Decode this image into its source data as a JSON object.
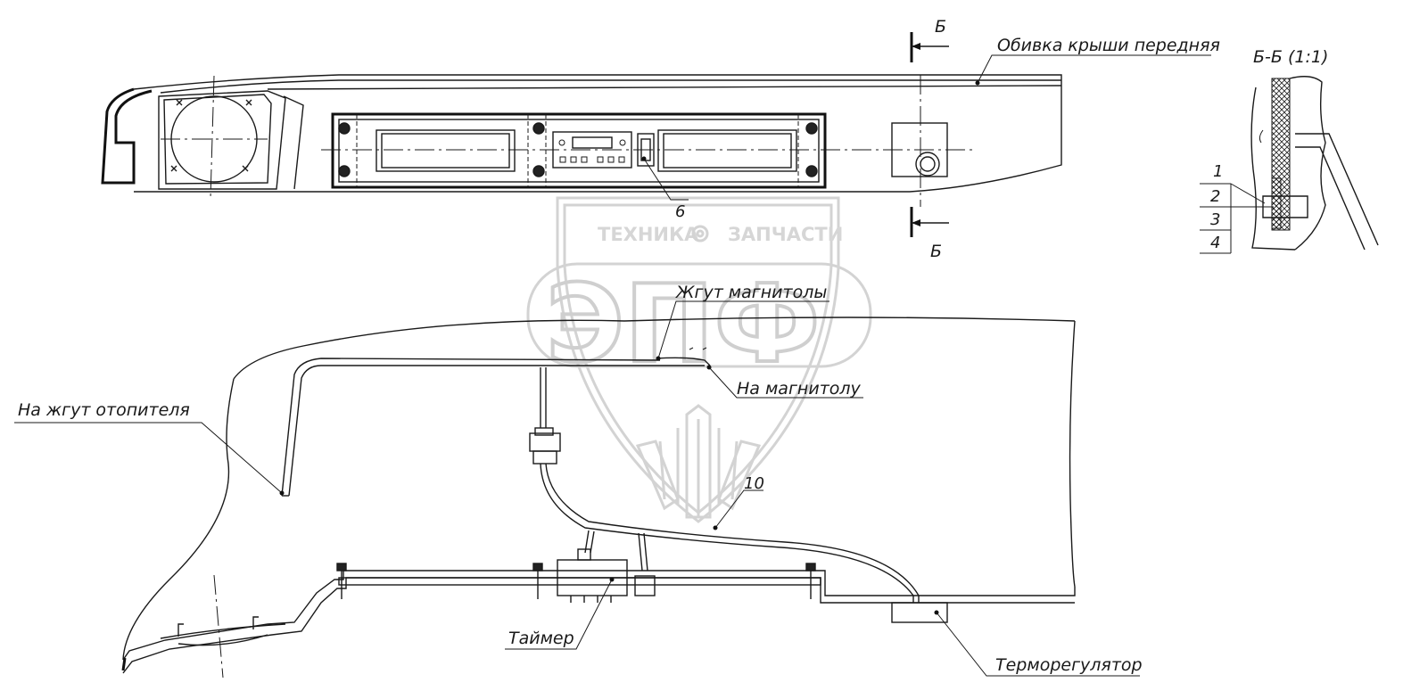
{
  "labels": {
    "roof_trim": "Обивка крыши передняя",
    "section_mark_top": "Б",
    "section_mark_bottom": "Б",
    "section_title": "Б-Б (1:1)",
    "radio_harness": "Жгут магнитолы",
    "to_radio": "На магнитолу",
    "to_heater_harness": "На жгут отопителя",
    "timer": "Таймер",
    "thermostat": "Терморегулятор"
  },
  "positions": {
    "p1": "1",
    "p2": "2",
    "p3": "3",
    "p4": "4",
    "p6": "6",
    "p10": "10"
  },
  "watermark": {
    "left_word": "ТЕХНИКА",
    "right_word": "ЗАПЧАСТИ",
    "monogram": "ЭПФ"
  }
}
